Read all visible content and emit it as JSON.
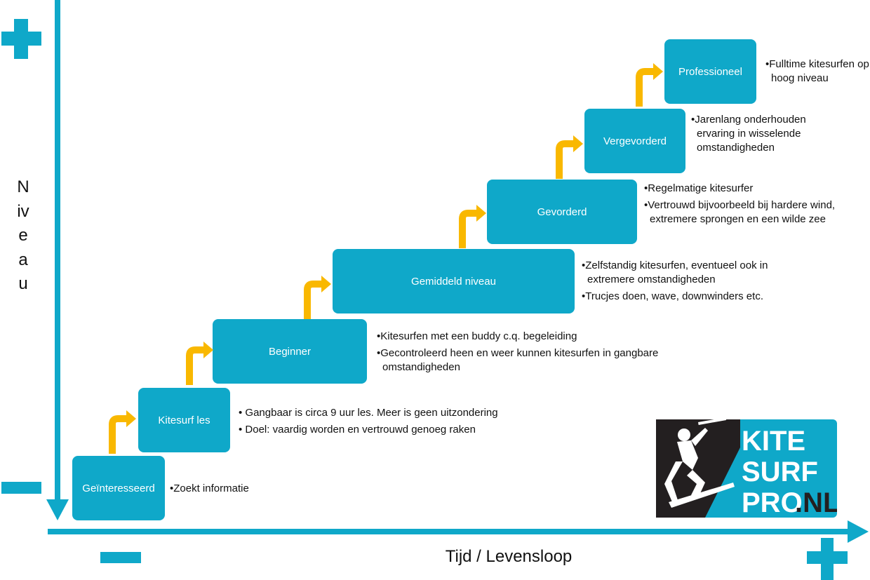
{
  "axes": {
    "y_label": "Niveau",
    "x_label": "Tijd / Levensloop",
    "color": "#0fa8c9"
  },
  "stages": [
    {
      "label": "Geïnteresseerd",
      "bullets": [
        "•Zoekt informatie"
      ]
    },
    {
      "label": "Kitesurf les",
      "bullets": [
        "• Gangbaar is circa 9 uur les. Meer is geen uitzondering",
        "• Doel: vaardig worden en vertrouwd genoeg raken"
      ]
    },
    {
      "label": "Beginner",
      "bullets": [
        "•Kitesurfen met een buddy c.q. begeleiding",
        "•Gecontroleerd heen en weer kunnen kitesurfen in gangbare omstandigheden"
      ]
    },
    {
      "label": "Gemiddeld niveau",
      "bullets": [
        "•Zelfstandig kitesurfen, eventueel ook in extremere omstandigheden",
        "•Trucjes doen, wave, downwinders etc."
      ]
    },
    {
      "label": "Gevorderd",
      "bullets": [
        "•Regelmatige kitesurfer",
        "•Vertrouwd bijvoorbeeld bij hardere wind, extremere sprongen en een wilde zee"
      ]
    },
    {
      "label": "Vergevorderd",
      "bullets": [
        "•Jarenlang onderhouden ervaring in wisselende omstandigheden"
      ]
    },
    {
      "label": "Professioneel",
      "bullets": [
        "•Fulltime kitesurfen op hoog niveau"
      ]
    }
  ],
  "logo": {
    "line1": "KITE",
    "line2": "SURF",
    "line3": "PRO",
    "suffix": ".NL"
  },
  "colors": {
    "accent": "#0fa8c9",
    "arrow": "#f9b800",
    "logo_dark": "#231f20"
  }
}
